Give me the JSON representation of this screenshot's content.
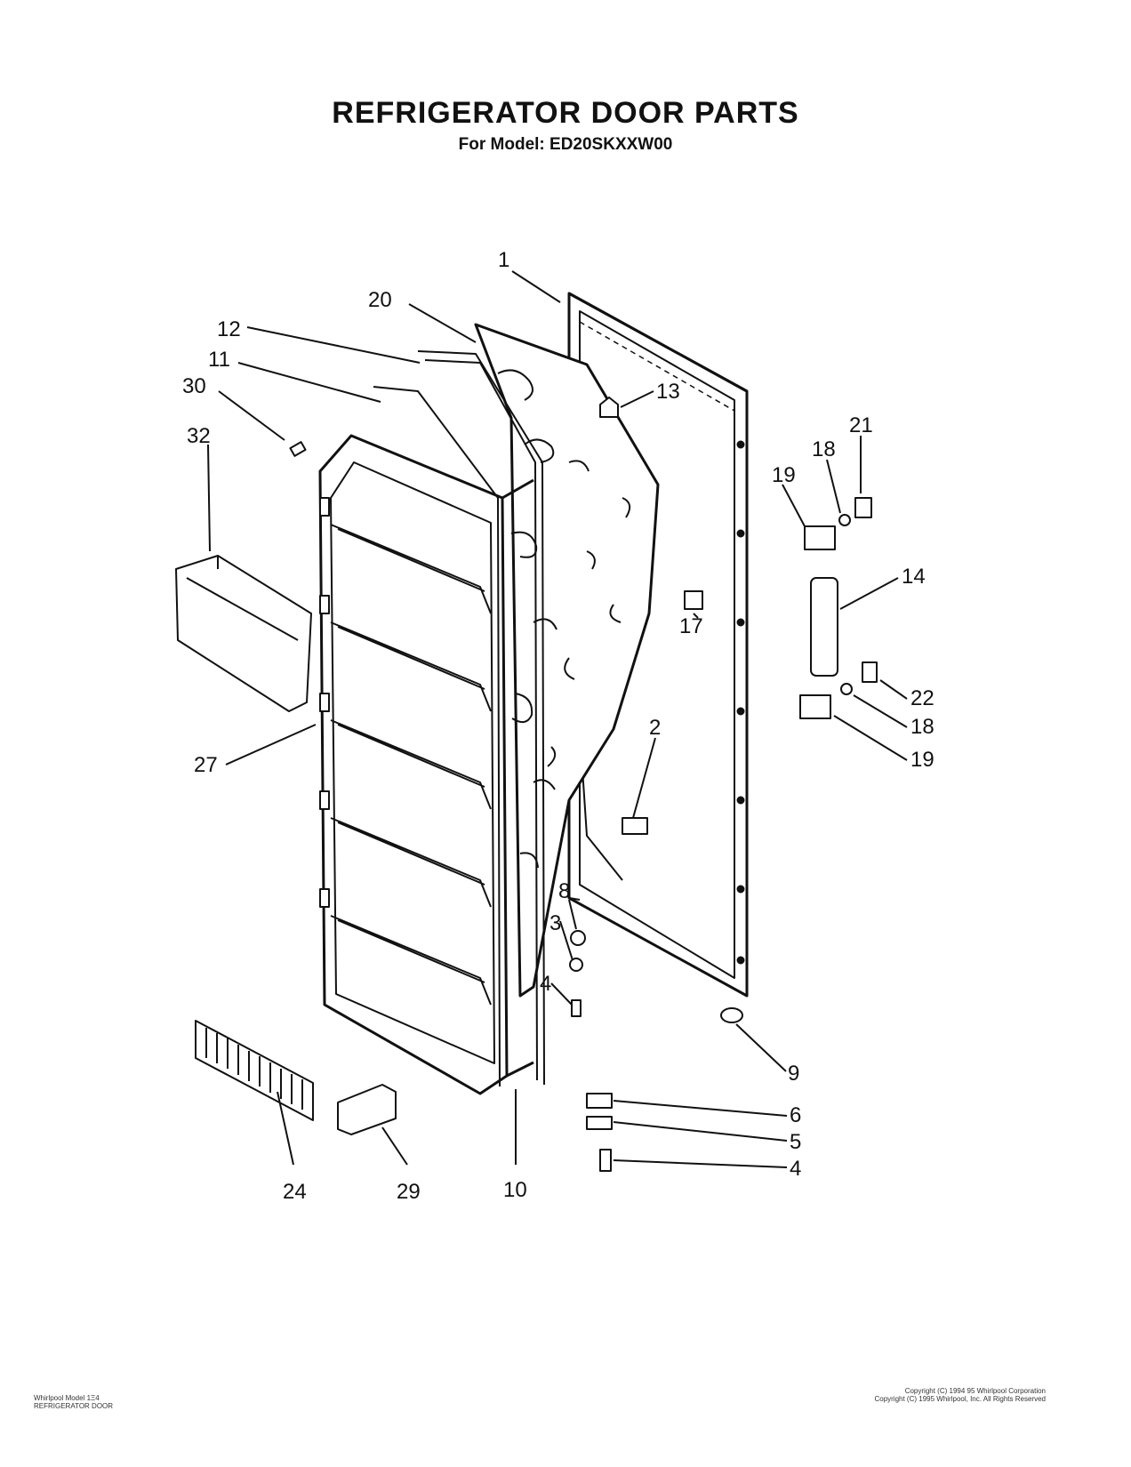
{
  "header": {
    "title": "REFRIGERATOR DOOR PARTS",
    "subtitle": "For Model: ED20SKXXW00"
  },
  "callouts": [
    "1",
    "20",
    "12",
    "11",
    "30",
    "32",
    "13",
    "21",
    "18",
    "19",
    "14",
    "17",
    "22",
    "18",
    "19",
    "2",
    "27",
    "8",
    "3",
    "4",
    "9",
    "6",
    "5",
    "4",
    "24",
    "29",
    "10"
  ],
  "footer": {
    "left_line1": "Whirlpool Model 1Ξ4",
    "left_line2": "REFRIGERATOR DOOR",
    "right_line1": "Copyright (C) 1994 95 Whirlpool Corporation",
    "right_line2": "Copyright (C) 1995 Whirlpool, Inc. All Rights Reserved"
  }
}
